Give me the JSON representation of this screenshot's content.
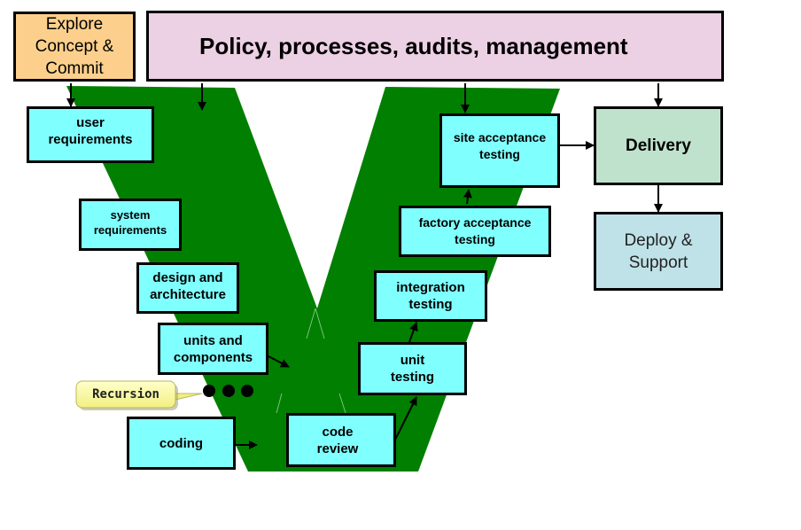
{
  "explore_box": "Explore\nConcept &\nCommit",
  "policy_box": "Policy, processes, audits, management",
  "delivery_box": "Delivery",
  "deploy_box": "Deploy &\nSupport",
  "recursion_callout": "Recursion",
  "left_arm": [
    {
      "id": "user-requirements",
      "label": "user\nrequirements"
    },
    {
      "id": "system-requirements",
      "label": "system\nrequirements"
    },
    {
      "id": "design-and-architecture",
      "label": "design and\narchitecture"
    },
    {
      "id": "units-and-components",
      "label": "units and\ncomponents"
    },
    {
      "id": "coding",
      "label": "coding"
    }
  ],
  "right_arm": [
    {
      "id": "code-review",
      "label": "code\nreview"
    },
    {
      "id": "unit-testing",
      "label": "unit\ntesting"
    },
    {
      "id": "integration-testing",
      "label": "integration\ntesting"
    },
    {
      "id": "factory-acceptance-testing",
      "label": "factory acceptance\ntesting"
    },
    {
      "id": "site-acceptance-testing",
      "label": "site acceptance\ntesting"
    }
  ],
  "colors": {
    "v_green": "#007f00",
    "cyan_box": "#80ffff",
    "explore_fill": "#fcd08c",
    "policy_fill": "#ecd0e4",
    "delivery_fill": "#bfe2cc",
    "deploy_fill": "#bfe2e8",
    "callout_fill": "#ffff99"
  }
}
